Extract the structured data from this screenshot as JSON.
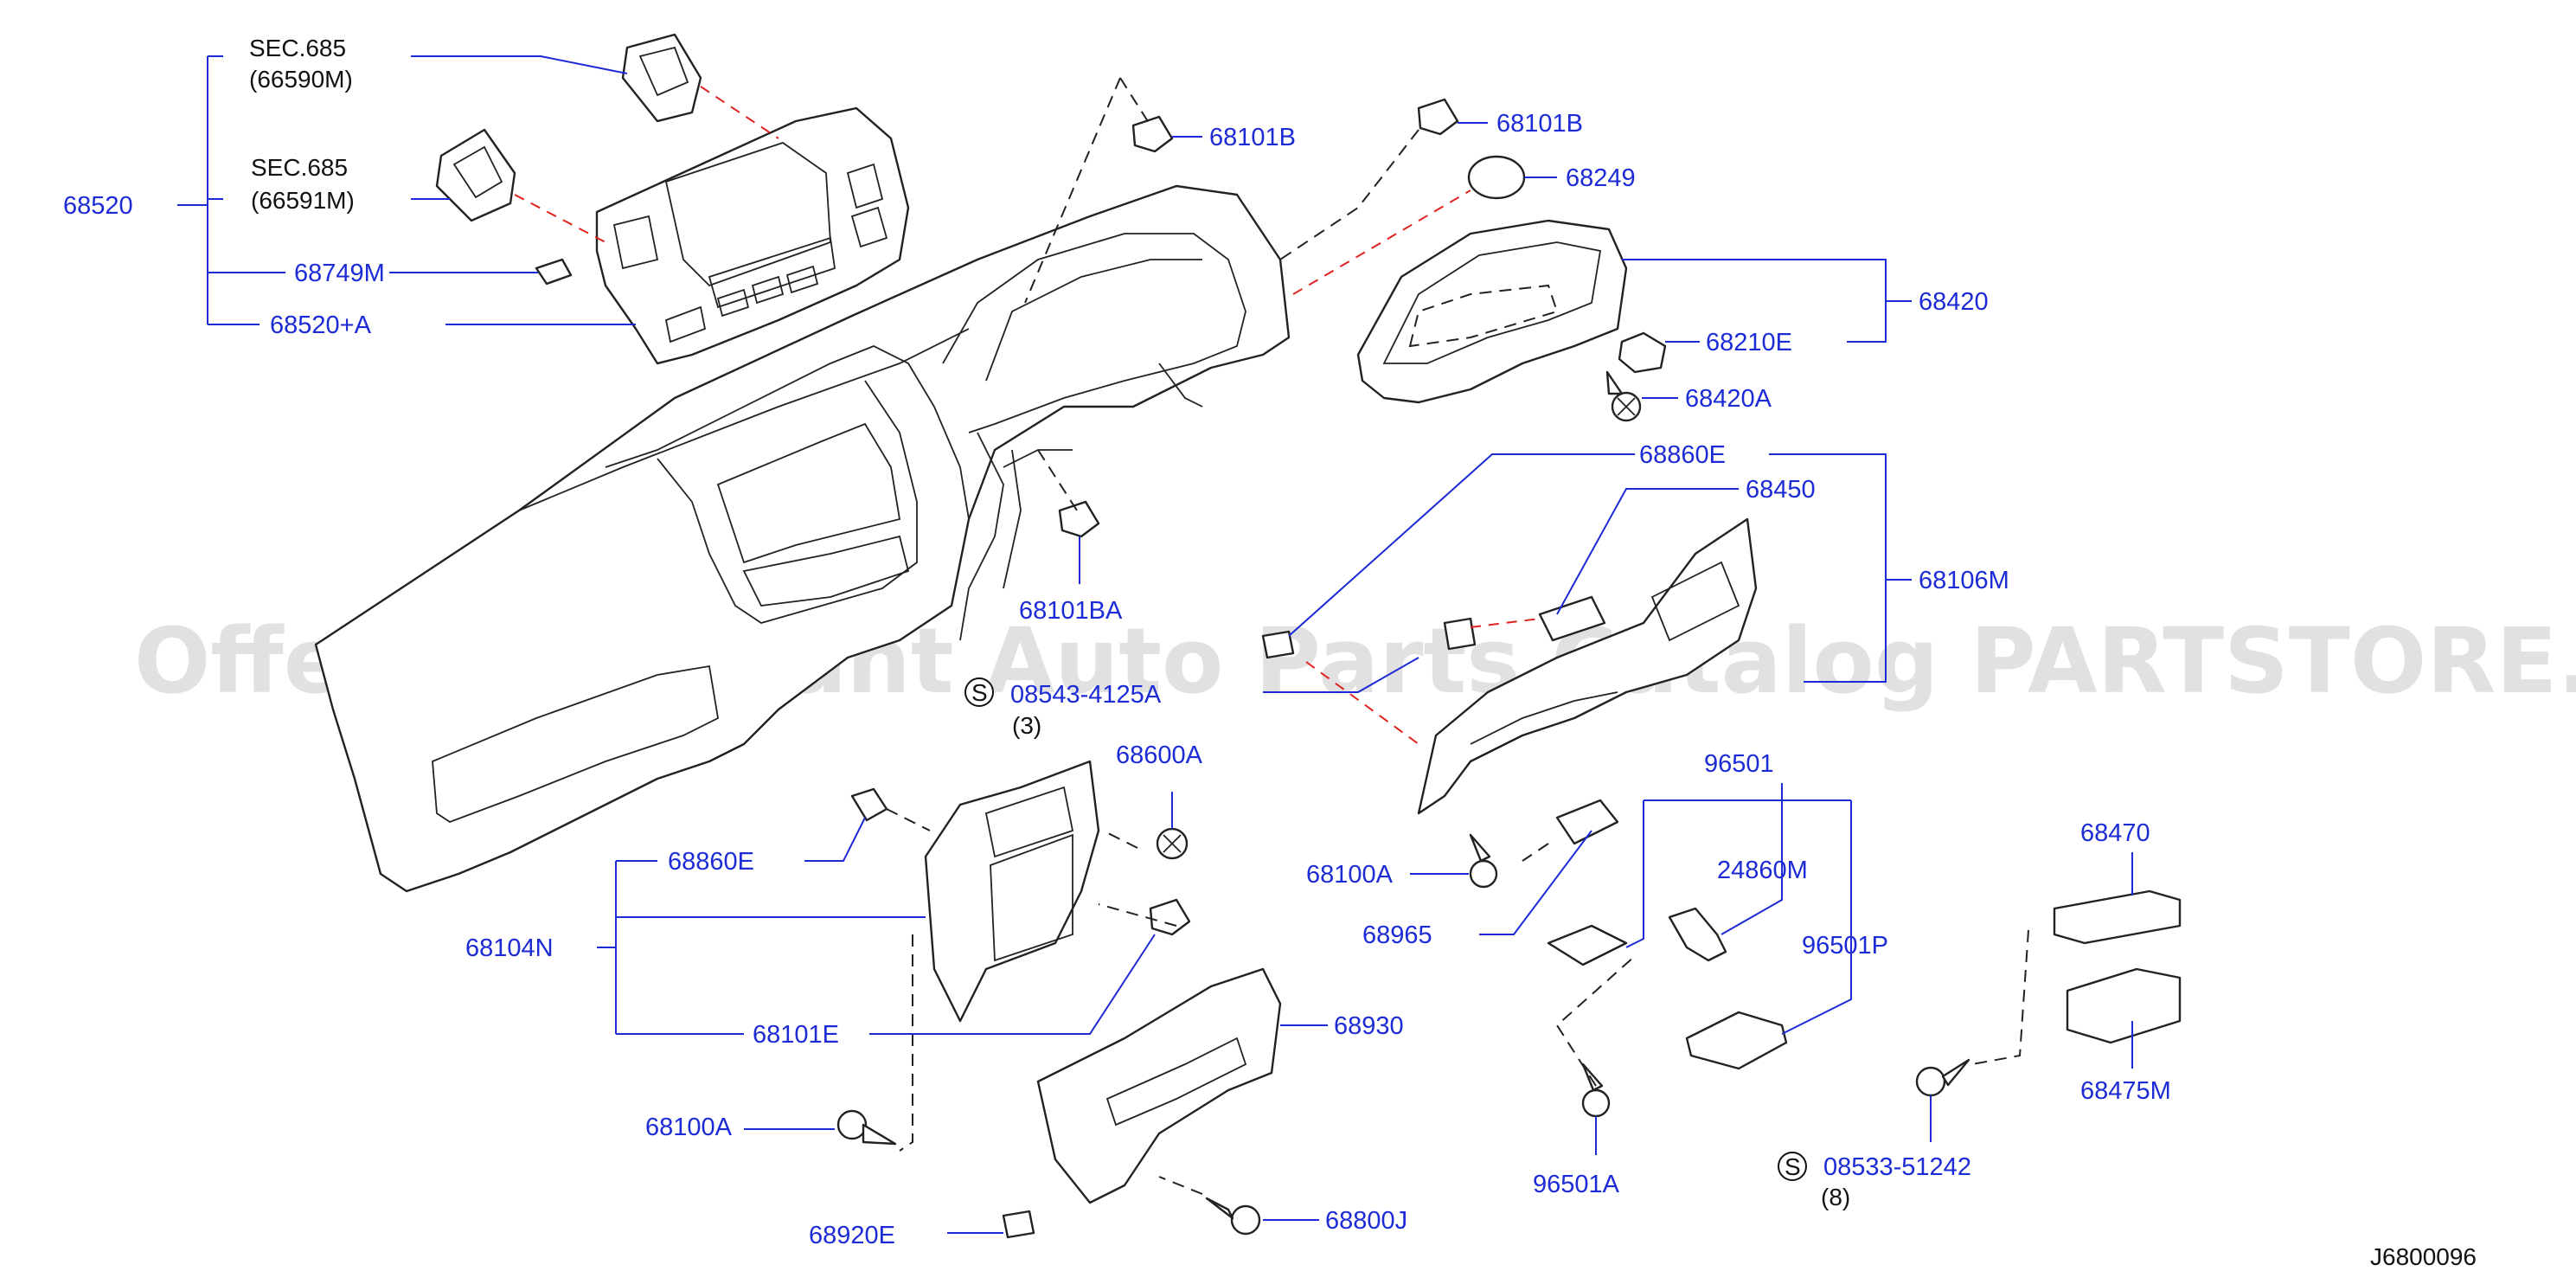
{
  "diagram_code": "J6800096",
  "watermark": "Offers Merchant Auto Parts Catalog PARTSTORE.SA",
  "labels": {
    "sec685_a": "SEC.685",
    "p66590M": "(66590M)",
    "sec685_b": "SEC.685",
    "p66591M": "(66591M)",
    "p68520": "68520",
    "p68749M": "68749M",
    "p68520A": "68520+A",
    "p68101B_1": "68101B",
    "p68101B_2": "68101B",
    "p68249": "68249",
    "p68420": "68420",
    "p68210E": "68210E",
    "p68420A": "68420A",
    "p68860E_1": "68860E",
    "p68450": "68450",
    "p68106M": "68106M",
    "p68101BA": "68101BA",
    "p08543": "08543-4125A",
    "qty3": "(3)",
    "p68600A": "68600A",
    "p68860E_2": "68860E",
    "p68104N": "68104N",
    "p68101E": "68101E",
    "p68100A_1": "68100A",
    "p68100A_2": "68100A",
    "p68965": "68965",
    "p96501": "96501",
    "p24860M": "24860M",
    "p96501P": "96501P",
    "p68930": "68930",
    "p68920E": "68920E",
    "p68800J": "68800J",
    "p96501A": "96501A",
    "p68470": "68470",
    "p68475M": "68475M",
    "p08533": "08533-51242",
    "qty8": "(8)",
    "s1": "S",
    "s2": "S"
  },
  "colors": {
    "label": "#1c2bd6",
    "line": "#222222",
    "guide": "#e0231f",
    "watermark": "#c9c9c9"
  }
}
